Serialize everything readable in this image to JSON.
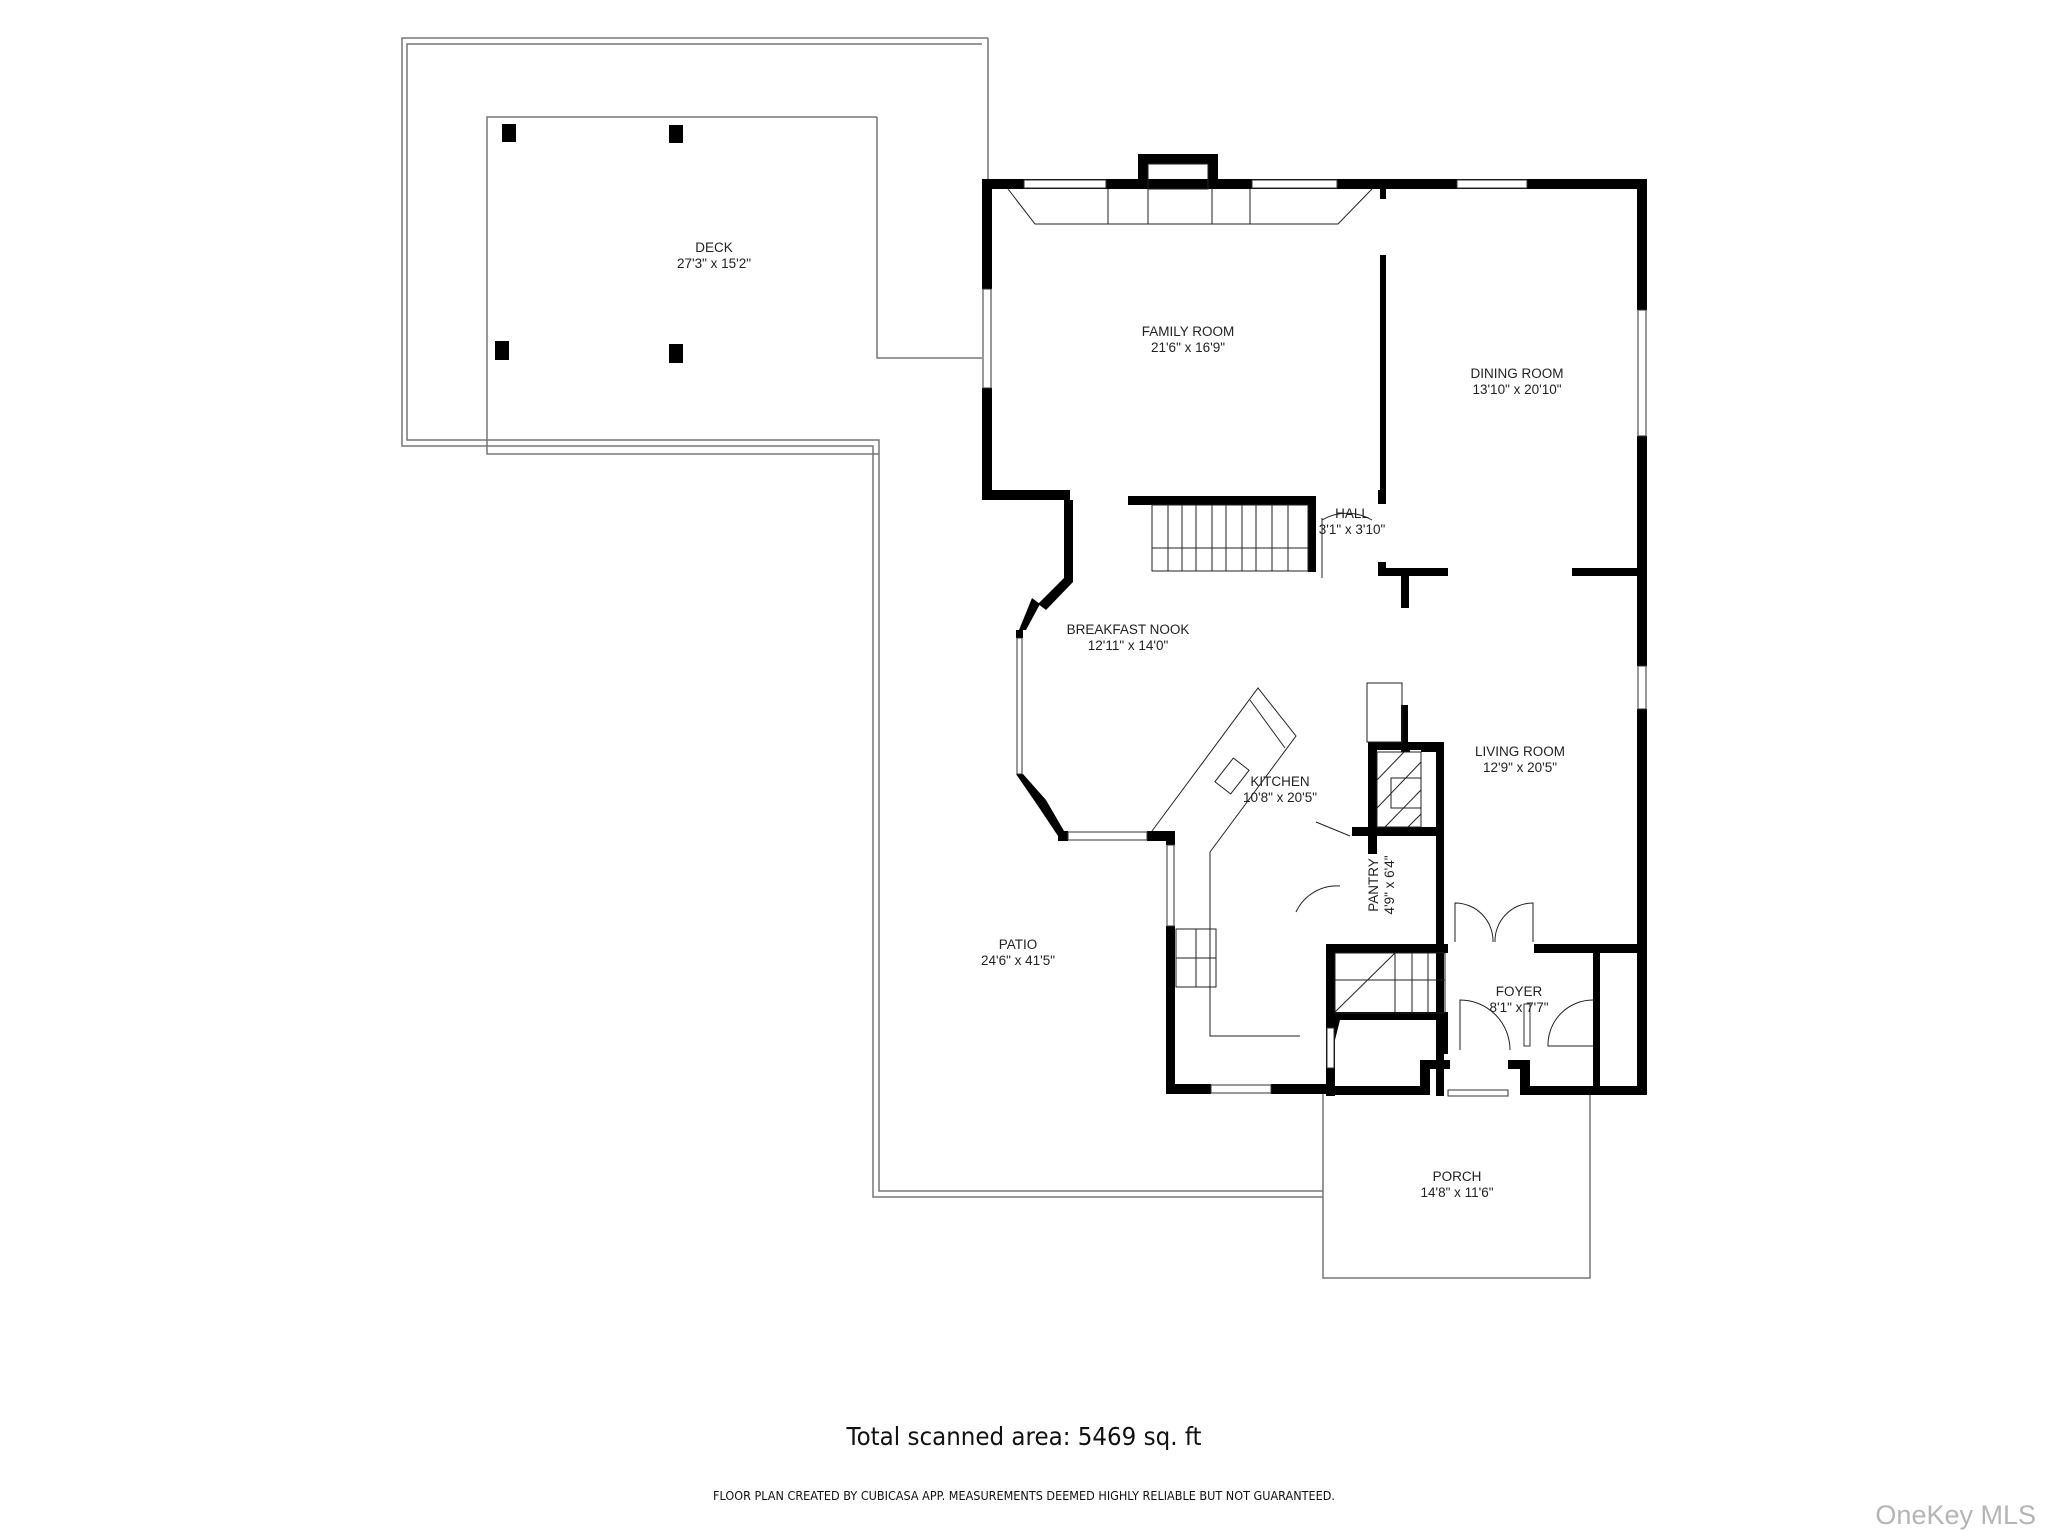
{
  "rooms": {
    "deck": {
      "name": "DECK",
      "dims": "27'3\" x 15'2\""
    },
    "family_room": {
      "name": "FAMILY ROOM",
      "dims": "21'6\" x 16'9\""
    },
    "dining_room": {
      "name": "DINING ROOM",
      "dims": "13'10\" x 20'10\""
    },
    "hall": {
      "name": "HALL",
      "dims": "3'1\" x 3'10\""
    },
    "breakfast_nook": {
      "name": "BREAKFAST NOOK",
      "dims": "12'11\" x 14'0\""
    },
    "kitchen": {
      "name": "KITCHEN",
      "dims": "10'8\" x 20'5\""
    },
    "living_room": {
      "name": "LIVING ROOM",
      "dims": "12'9\" x 20'5\""
    },
    "pantry": {
      "name": "PANTRY",
      "dims": "4'9\" x 6'4\""
    },
    "patio": {
      "name": "PATIO",
      "dims": "24'6\" x 41'5\""
    },
    "foyer": {
      "name": "FOYER",
      "dims": "8'1\" x 7'7\""
    },
    "porch": {
      "name": "PORCH",
      "dims": "14'8\" x 11'6\""
    }
  },
  "footer": {
    "total_area": "Total scanned area: 5469 sq. ft",
    "disclaimer": "FLOOR PLAN CREATED BY CUBICASA APP. MEASUREMENTS DEEMED HIGHLY RELIABLE BUT NOT GUARANTEED."
  },
  "watermark": "OneKey MLS",
  "colors": {
    "wall": "#000000",
    "outline": "#777777",
    "background": "#ffffff",
    "watermark": "#b5b5b5"
  }
}
